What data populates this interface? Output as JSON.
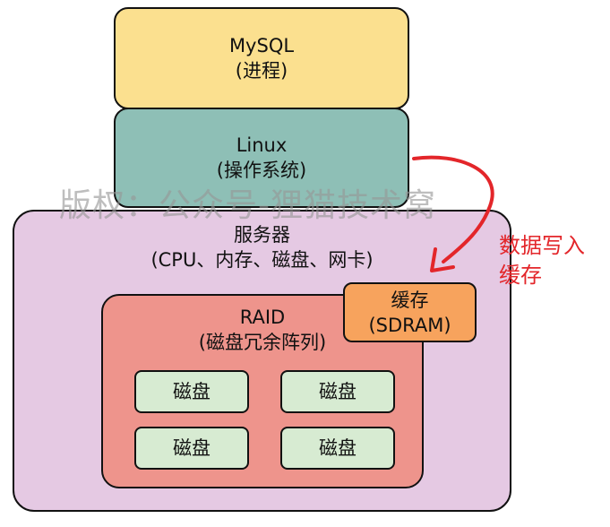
{
  "mysql": {
    "name": "MySQL",
    "sub": "(进程)"
  },
  "linux": {
    "name": "Linux",
    "sub": "(操作系统)"
  },
  "server": {
    "name": "服务器",
    "sub": "(CPU、内存、磁盘、网卡)"
  },
  "raid": {
    "name": "RAID",
    "sub": "(磁盘冗余阵列)"
  },
  "cache": {
    "name": "缓存",
    "sub": "(SDRAM)"
  },
  "disks": [
    "磁盘",
    "磁盘",
    "磁盘",
    "磁盘"
  ],
  "annotation": {
    "line1": "数据写入",
    "line2": "缓存"
  },
  "watermark": "版权：公众号-狸猫技术窝",
  "colors": {
    "mysql": "#fbe08f",
    "linux": "#8ebfb6",
    "server": "#e5c9e3",
    "raid": "#ee948c",
    "cache": "#f7a35d",
    "disk": "#d7ebd2",
    "annotation": "#e3262a"
  }
}
